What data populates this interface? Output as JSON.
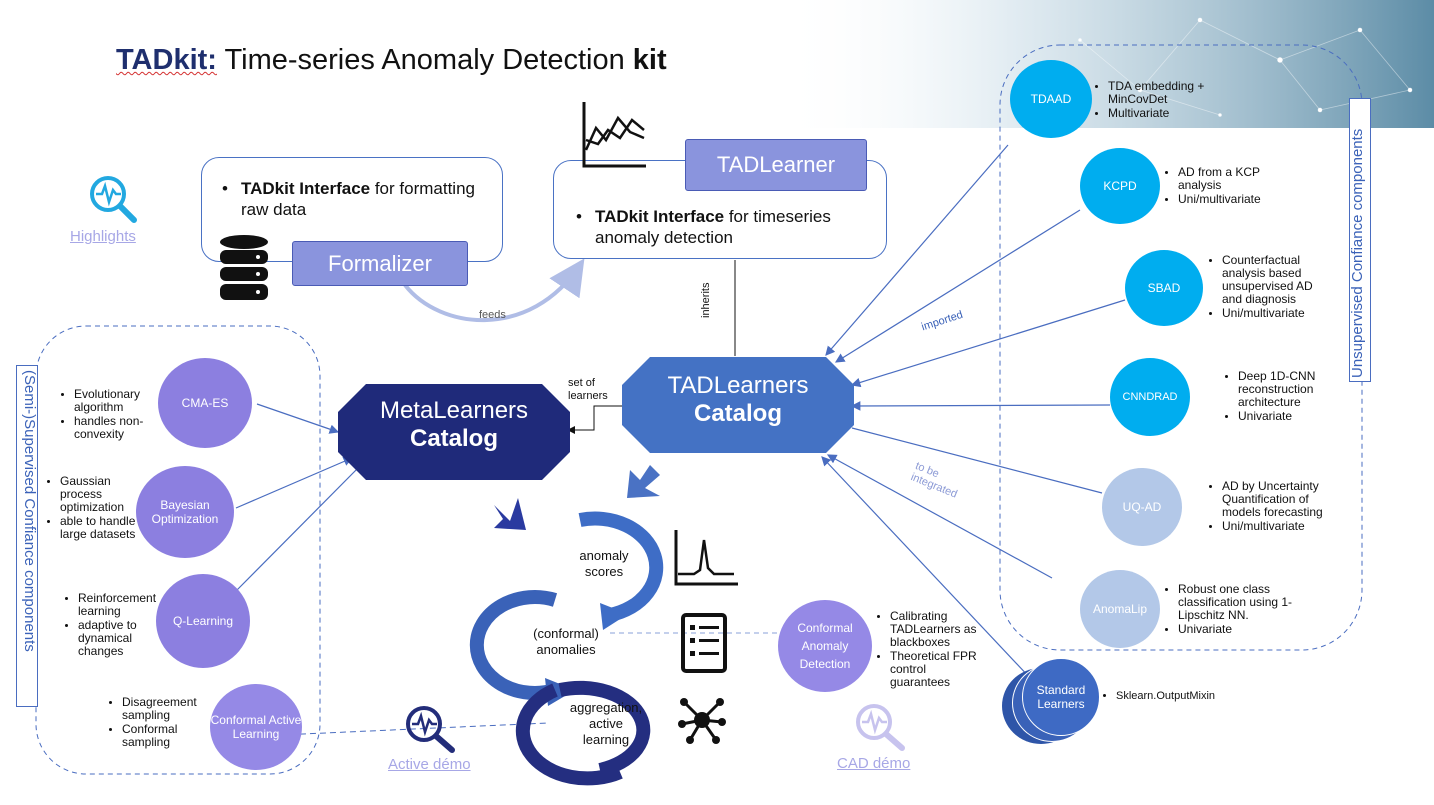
{
  "title": {
    "brand": "TADkit:",
    "middle": " Time-series Anomaly Detection ",
    "tail": "kit"
  },
  "formalizer": {
    "bullet_bold": "TADkit Interface",
    "bullet_rest": " for formatting raw data",
    "label": "Formalizer"
  },
  "tadlearner": {
    "bullet_bold": "TADkit Interface",
    "bullet_rest": " for timeseries anomaly detection",
    "label": "TADLearner"
  },
  "links": {
    "highlights": "Highlights",
    "active_demo": "Active démo",
    "cad_demo": "CAD démo"
  },
  "arrows": {
    "feeds": "feeds",
    "inherits": "inherits",
    "set_of_learners": "set of learners",
    "imported": "imported",
    "to_be_integrated": "to be integrated"
  },
  "catalogs": {
    "meta": {
      "line1": "MetaLearners",
      "line2": "Catalog"
    },
    "tad": {
      "line1": "TADLearners",
      "line2": "Catalog"
    }
  },
  "groups": {
    "unsupervised": "Unsupervised Confiance components",
    "supervised": "(Semi-)Supervised Confiance components"
  },
  "unsupervised_components": [
    {
      "name": "TDAAD",
      "bullets": [
        "TDA embedding + MinCovDet",
        "Multivariate"
      ]
    },
    {
      "name": "KCPD",
      "bullets": [
        "AD from a KCP analysis",
        "Uni/multivariate"
      ]
    },
    {
      "name": "SBAD",
      "bullets": [
        "Counterfactual analysis based unsupervised AD and diagnosis",
        "Uni/multivariate"
      ]
    },
    {
      "name": "CNNDRAD",
      "bullets": [
        "Deep 1D-CNN reconstruction architecture",
        "Univariate"
      ]
    },
    {
      "name": "UQ-AD",
      "bullets": [
        "AD by Uncertainty Quantification of models forecasting",
        "Uni/multivariate"
      ]
    },
    {
      "name": "AnomaLip",
      "bullets": [
        "Robust one class classification using 1-Lipschitz NN.",
        "Univariate"
      ]
    }
  ],
  "standard_learners": {
    "name": "Standard Learners",
    "bullet": "Sklearn.OutputMixin"
  },
  "meta_components": [
    {
      "name": "CMA-ES",
      "bullets": [
        "Evolutionary algorithm",
        "handles non-convexity"
      ]
    },
    {
      "name": "Bayesian Optimization",
      "bullets": [
        "Gaussian process optimization",
        "able to handle large datasets"
      ]
    },
    {
      "name": "Q-Learning",
      "bullets": [
        "Reinforcement learning",
        "adaptive to dynamical changes"
      ]
    },
    {
      "name": "Conformal Active Learning",
      "bullets": [
        "Disagreement sampling",
        "Conformal sampling"
      ]
    }
  ],
  "conformal_ad": {
    "name": "Conformal Anomaly Detection",
    "bullets": [
      "Calibrating TADLearners as blackboxes",
      "Theoretical FPR control guarantees"
    ]
  },
  "cycle": {
    "step1": "anomaly scores",
    "step2": "(conformal) anomalies",
    "step3": "aggregation, active learning"
  },
  "icons": [
    "search-chart-icon",
    "database-icon",
    "line-chart-icon",
    "peak-chart-icon",
    "checklist-icon",
    "network-icon",
    "stack-icon"
  ],
  "colors": {
    "navy": "#1f2a7a",
    "catalog_blue": "#4472c4",
    "cyan": "#00adef",
    "purple": "#8c7fe0"
  }
}
